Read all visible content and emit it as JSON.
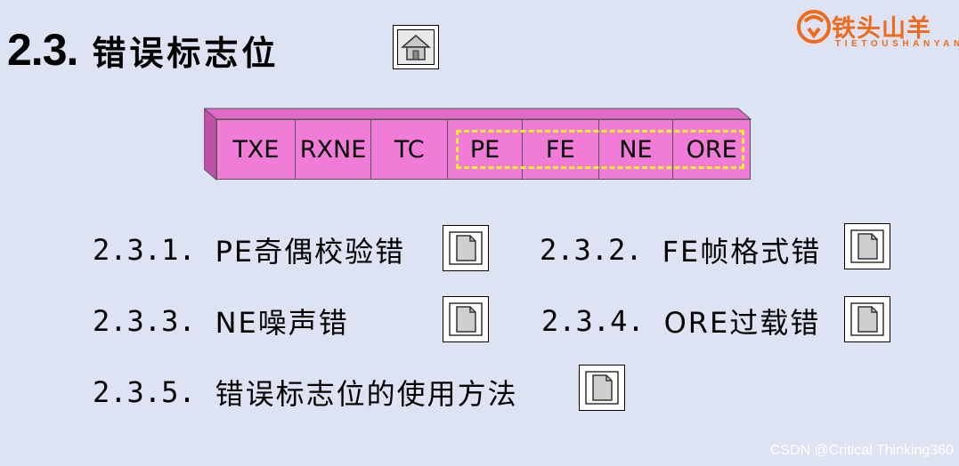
{
  "title": {
    "number": "2.3.",
    "text": "错误标志位"
  },
  "logo": {
    "cn": "铁头山羊",
    "en": "TIETOUSHANYANG"
  },
  "register": {
    "cells": [
      "TXE",
      "RXNE",
      "TC",
      "PE",
      "FE",
      "NE",
      "ORE"
    ],
    "colors": {
      "fill": "#f07cd8",
      "side": "#d85bbd",
      "highlight_border": "#f4ee2a"
    }
  },
  "items": [
    {
      "num": "2.3.1.",
      "text": "PE奇偶校验错"
    },
    {
      "num": "2.3.2.",
      "text": "FE帧格式错"
    },
    {
      "num": "2.3.3.",
      "text": "NE噪声错"
    },
    {
      "num": "2.3.4.",
      "text": "ORE过载错"
    },
    {
      "num": "2.3.5.",
      "text": "错误标志位的使用方法"
    }
  ],
  "icons": {
    "home": "home-icon",
    "doc": "document-icon"
  },
  "footer": "CSDN @Critical Thinking360"
}
